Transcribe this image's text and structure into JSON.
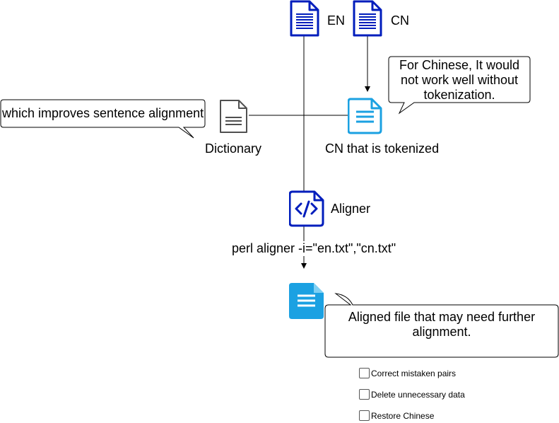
{
  "nodes": {
    "en": {
      "label": "EN"
    },
    "cn": {
      "label": "CN"
    },
    "dictionary": {
      "label": "Dictionary"
    },
    "cn_tokenized": {
      "label": "CN that is tokenized"
    },
    "aligner": {
      "label": "Aligner"
    },
    "command": {
      "label": "perl aligner -i=\"en.txt\",\"cn.txt\""
    }
  },
  "callouts": {
    "chinese_note": "For Chinese, It would not work well without tokenization.",
    "dictionary_note": "which improves sentence alignment",
    "aligned_note": "Aligned file that may need further alignment."
  },
  "checklist": [
    {
      "label": "Correct mistaken pairs",
      "checked": false
    },
    {
      "label": "Delete unnecessary data",
      "checked": false
    },
    {
      "label": "Restore Chinese",
      "checked": false
    }
  ],
  "colors": {
    "navy": "#001DBC",
    "cyan": "#1BA1E2",
    "gray": "#505050"
  },
  "icons": {
    "en": "document-icon",
    "cn": "document-icon",
    "dictionary": "document-icon",
    "cn_tokenized": "document-icon",
    "aligner": "code-file-icon",
    "output": "document-icon"
  }
}
